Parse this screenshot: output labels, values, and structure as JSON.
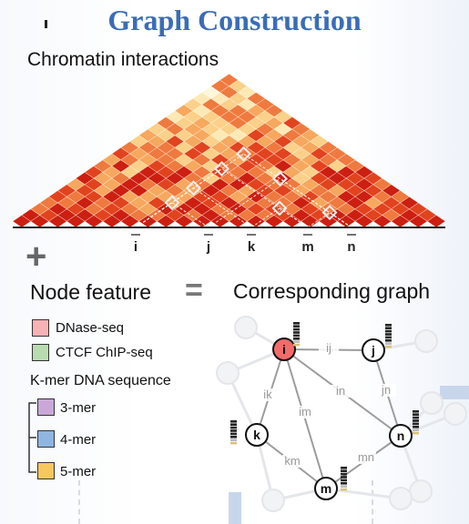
{
  "title": "Graph Construction",
  "heatmap_label": "Chromatin interactions",
  "positions": [
    "i",
    "j",
    "k",
    "m",
    "n"
  ],
  "node_feature_label": "Node feature",
  "equals_sign": "=",
  "plus_sign": "+",
  "graph_label": "Corresponding graph",
  "legend": {
    "dnase": {
      "label": "DNase-seq",
      "color": "#f7b2b5"
    },
    "ctcf": {
      "label": "CTCF ChIP-seq",
      "color": "#b7dcae"
    },
    "kmer_title": "K-mer DNA sequence",
    "kmers": [
      {
        "label": "3-mer",
        "color": "#c9a8d8"
      },
      {
        "label": "4-mer",
        "color": "#8fb5e0"
      },
      {
        "label": "5-mer",
        "color": "#f6c85e"
      }
    ]
  },
  "graph": {
    "nodes": [
      "i",
      "j",
      "k",
      "m",
      "n"
    ],
    "edges": [
      "ij",
      "ik",
      "im",
      "in",
      "jn",
      "km",
      "mn"
    ],
    "highlight_color": "#f26b6b"
  }
}
